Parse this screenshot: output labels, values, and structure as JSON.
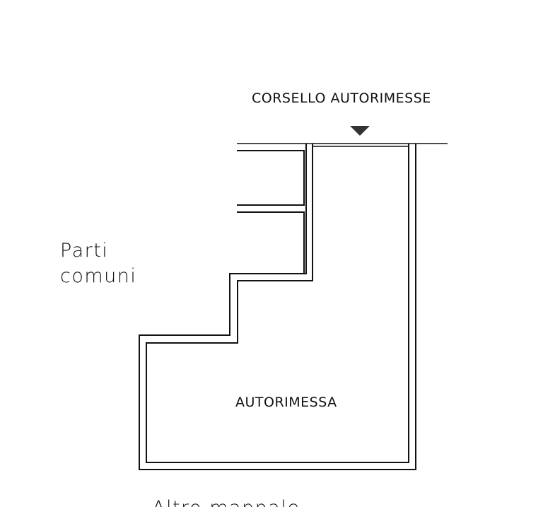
{
  "labels": {
    "corridor": "CORSELLO AUTORIMESSE",
    "garage": "AUTORIMESSA",
    "common_line1": "Parti",
    "common_line2": "comuni",
    "other_parcel": "Altro mappale"
  },
  "colors": {
    "ink": "#111111",
    "background": "#ffffff"
  },
  "icons": {
    "entrance_marker": "down-triangle-marker"
  }
}
